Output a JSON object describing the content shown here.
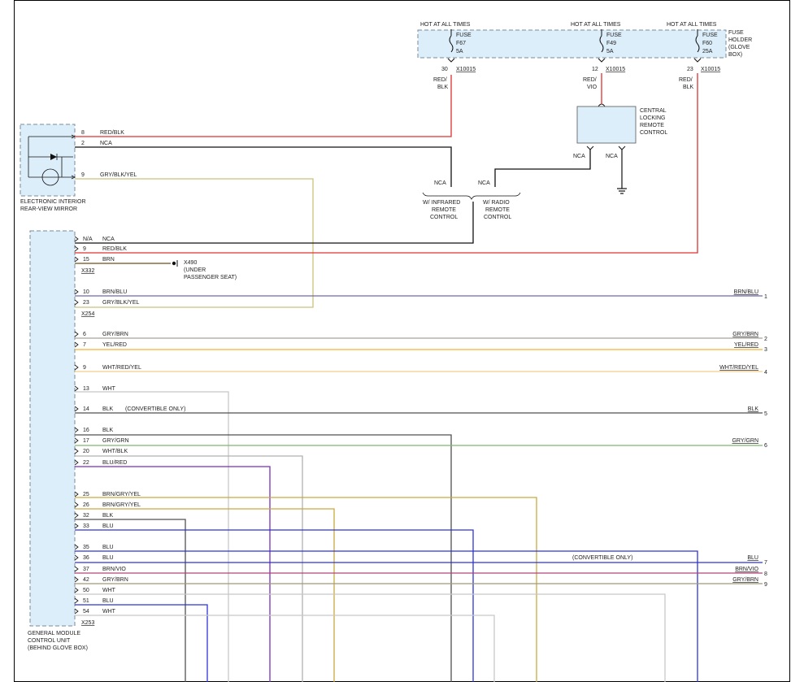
{
  "mirror": {
    "label_lines": [
      "ELECTRONIC INTERIOR",
      "REAR-VIEW MIRROR"
    ],
    "pins": [
      {
        "pin": "8",
        "wire": "RED/BLK"
      },
      {
        "pin": "2",
        "wire": "NCA"
      },
      {
        "pin": "9",
        "wire": "GRY/BLK/YEL"
      }
    ]
  },
  "fuse_holder": {
    "label_lines": [
      "FUSE",
      "HOLDER",
      "(GLOVE",
      "BOX)"
    ],
    "fuses": [
      {
        "hot": "HOT AT ALL TIMES",
        "lines": [
          "FUSE",
          "F67",
          "5A"
        ],
        "pin": "30",
        "connector": "X10015",
        "wire_lines": [
          "RED/",
          "BLK"
        ]
      },
      {
        "hot": "HOT AT ALL TIMES",
        "lines": [
          "FUSE",
          "F49",
          "5A"
        ],
        "pin": "12",
        "connector": "X10015",
        "wire_lines": [
          "RED/",
          "VIO"
        ]
      },
      {
        "hot": "HOT AT ALL TIMES",
        "lines": [
          "FUSE",
          "F60",
          "25A"
        ],
        "pin": "23",
        "connector": "X10015",
        "wire_lines": [
          "RED/",
          "BLK"
        ]
      }
    ]
  },
  "central_locking": {
    "label_lines": [
      "CENTRAL",
      "LOCKING",
      "REMOTE",
      "CONTROL"
    ],
    "pin_labels": [
      "NCA",
      "NCA"
    ]
  },
  "remote_options": {
    "infrared": {
      "nca": "NCA",
      "lines": [
        "W/ INFRARED",
        "REMOTE",
        "CONTROL"
      ]
    },
    "radio": {
      "nca": "NCA",
      "lines": [
        "W/ RADIO",
        "REMOTE",
        "CONTROL"
      ]
    }
  },
  "ground": {
    "label_lines": [
      "X490",
      "(UNDER",
      "PASSENGER SEAT)"
    ]
  },
  "gm": {
    "label_lines": [
      "GENERAL MODULE",
      "CONTROL UNIT",
      "(BEHIND GLOVE BOX)"
    ],
    "connectors": [
      "X332",
      "X254",
      "X253"
    ],
    "pins": [
      {
        "pin": "N/A",
        "wire": "NCA"
      },
      {
        "pin": "9",
        "wire": "RED/BLK"
      },
      {
        "pin": "15",
        "wire": "BRN"
      },
      {
        "pin": "10",
        "wire": "BRN/BLU"
      },
      {
        "pin": "23",
        "wire": "GRY/BLK/YEL"
      },
      {
        "pin": "6",
        "wire": "GRY/BRN"
      },
      {
        "pin": "7",
        "wire": "YEL/RED"
      },
      {
        "pin": "9",
        "wire": "WHT/RED/YEL"
      },
      {
        "pin": "13",
        "wire": "WHT"
      },
      {
        "pin": "14",
        "wire": "BLK"
      },
      {
        "pin": "16",
        "wire": "BLK"
      },
      {
        "pin": "17",
        "wire": "GRY/GRN"
      },
      {
        "pin": "20",
        "wire": "WHT/BLK"
      },
      {
        "pin": "22",
        "wire": "BLU/RED"
      },
      {
        "pin": "25",
        "wire": "BRN/GRY/YEL"
      },
      {
        "pin": "26",
        "wire": "BRN/GRY/YEL"
      },
      {
        "pin": "32",
        "wire": "BLK"
      },
      {
        "pin": "33",
        "wire": "BLU"
      },
      {
        "pin": "35",
        "wire": "BLU"
      },
      {
        "pin": "36",
        "wire": "BLU"
      },
      {
        "pin": "37",
        "wire": "BRN/VIO"
      },
      {
        "pin": "42",
        "wire": "GRY/BRN"
      },
      {
        "pin": "50",
        "wire": "WHT"
      },
      {
        "pin": "51",
        "wire": "BLU"
      },
      {
        "pin": "54",
        "wire": "WHT"
      }
    ],
    "convertible_note": "(CONVERTIBLE ONLY)"
  },
  "right_labels": [
    {
      "wire": "BRN/BLU",
      "num": "1"
    },
    {
      "wire": "GRY/BRN",
      "num": "2"
    },
    {
      "wire": "YEL/RED",
      "num": "3"
    },
    {
      "wire": "WHT/RED/YEL",
      "num": "4"
    },
    {
      "wire": "BLK",
      "num": "5"
    },
    {
      "wire": "GRY/GRN",
      "num": "6"
    },
    {
      "wire": "BLU",
      "num": "7"
    },
    {
      "wire": "BRN/VIO",
      "num": "8"
    },
    {
      "wire": "GRY/BRN",
      "num": "9"
    }
  ],
  "convertible_note_right": "(CONVERTIBLE ONLY)",
  "colors": {
    "red": "#e03030",
    "black": "#111111",
    "olive": "#c9c27a",
    "brown": "#6b4f1d",
    "brn_blu": "#6d6aa8",
    "gry_brn": "#a6a596",
    "yel_red": "#f2b233",
    "wht_red_yel": "#f4cf8a",
    "wht": "#c8c8c8",
    "blk": "#505050",
    "gry_grn": "#7fb86f",
    "wht_blk": "#b0b0b0",
    "blu_red": "#7a2fb8",
    "brn_gry_yel": "#c9a940",
    "blu": "#2f33d8",
    "brn_vio": "#b5437a",
    "gry_brn2": "#9f9a78"
  }
}
